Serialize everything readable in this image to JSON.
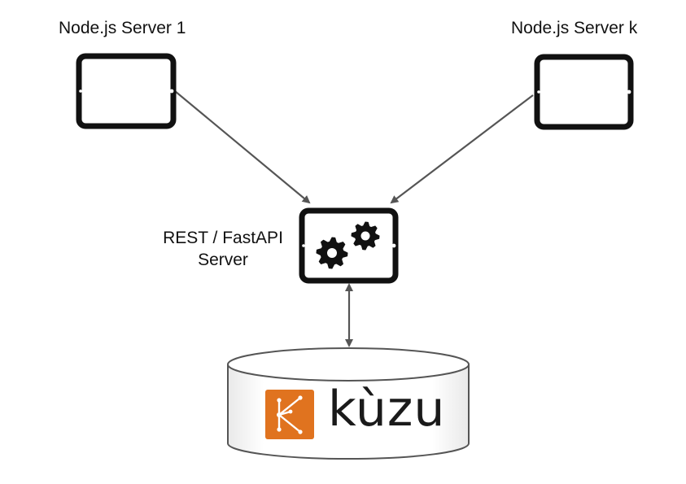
{
  "nodes": {
    "server_1": {
      "label": "Node.js Server 1",
      "icon": "tablet-icon"
    },
    "server_k": {
      "label": "Node.js Server k",
      "icon": "tablet-icon"
    },
    "rest_server": {
      "label_line1": "REST / FastAPI",
      "label_line2": "Server",
      "icon": "gears-icon"
    },
    "database": {
      "logo_text": "kùzu",
      "logo_mark_color": "#E0731F",
      "icon": "database-cylinder-icon"
    }
  },
  "edges": [
    {
      "from": "server_1",
      "to": "rest_server",
      "direction": "one-way"
    },
    {
      "from": "server_k",
      "to": "rest_server",
      "direction": "one-way"
    },
    {
      "from": "rest_server",
      "to": "database",
      "direction": "bidirectional"
    }
  ],
  "colors": {
    "device_frame": "#111111",
    "arrow": "#555555",
    "cylinder_stroke": "#555555",
    "logo_orange": "#E0731F"
  }
}
